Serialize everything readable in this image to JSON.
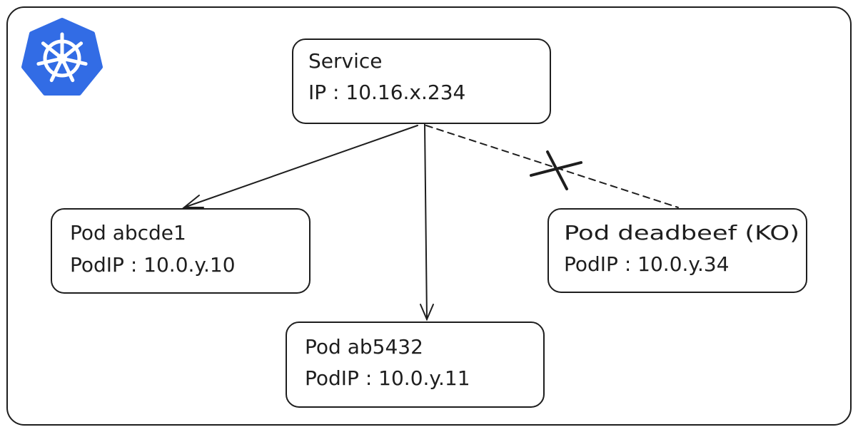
{
  "nodes": {
    "service": {
      "title": "Service",
      "detail": "IP : 10.16.x.234"
    },
    "pod_1": {
      "title": "Pod abcde1",
      "detail": "PodIP : 10.0.y.10"
    },
    "pod_2": {
      "title": "Pod ab5432",
      "detail": "PodIP : 10.0.y.11"
    },
    "pod_3": {
      "title": "Pod deadbeef (KO)",
      "detail": "PodIP : 10.0.y.34"
    }
  },
  "edges": [
    {
      "from": "service",
      "to": "pod_1",
      "style": "solid",
      "arrow": true
    },
    {
      "from": "service",
      "to": "pod_2",
      "style": "solid",
      "arrow": true
    },
    {
      "from": "service",
      "to": "pod_3",
      "style": "dashed",
      "arrow": false,
      "crossed_out": true
    }
  ],
  "logo": {
    "name": "kubernetes-logo",
    "color": "#326CE5"
  },
  "colors": {
    "stroke": "#1e1e1e",
    "background": "#ffffff"
  }
}
